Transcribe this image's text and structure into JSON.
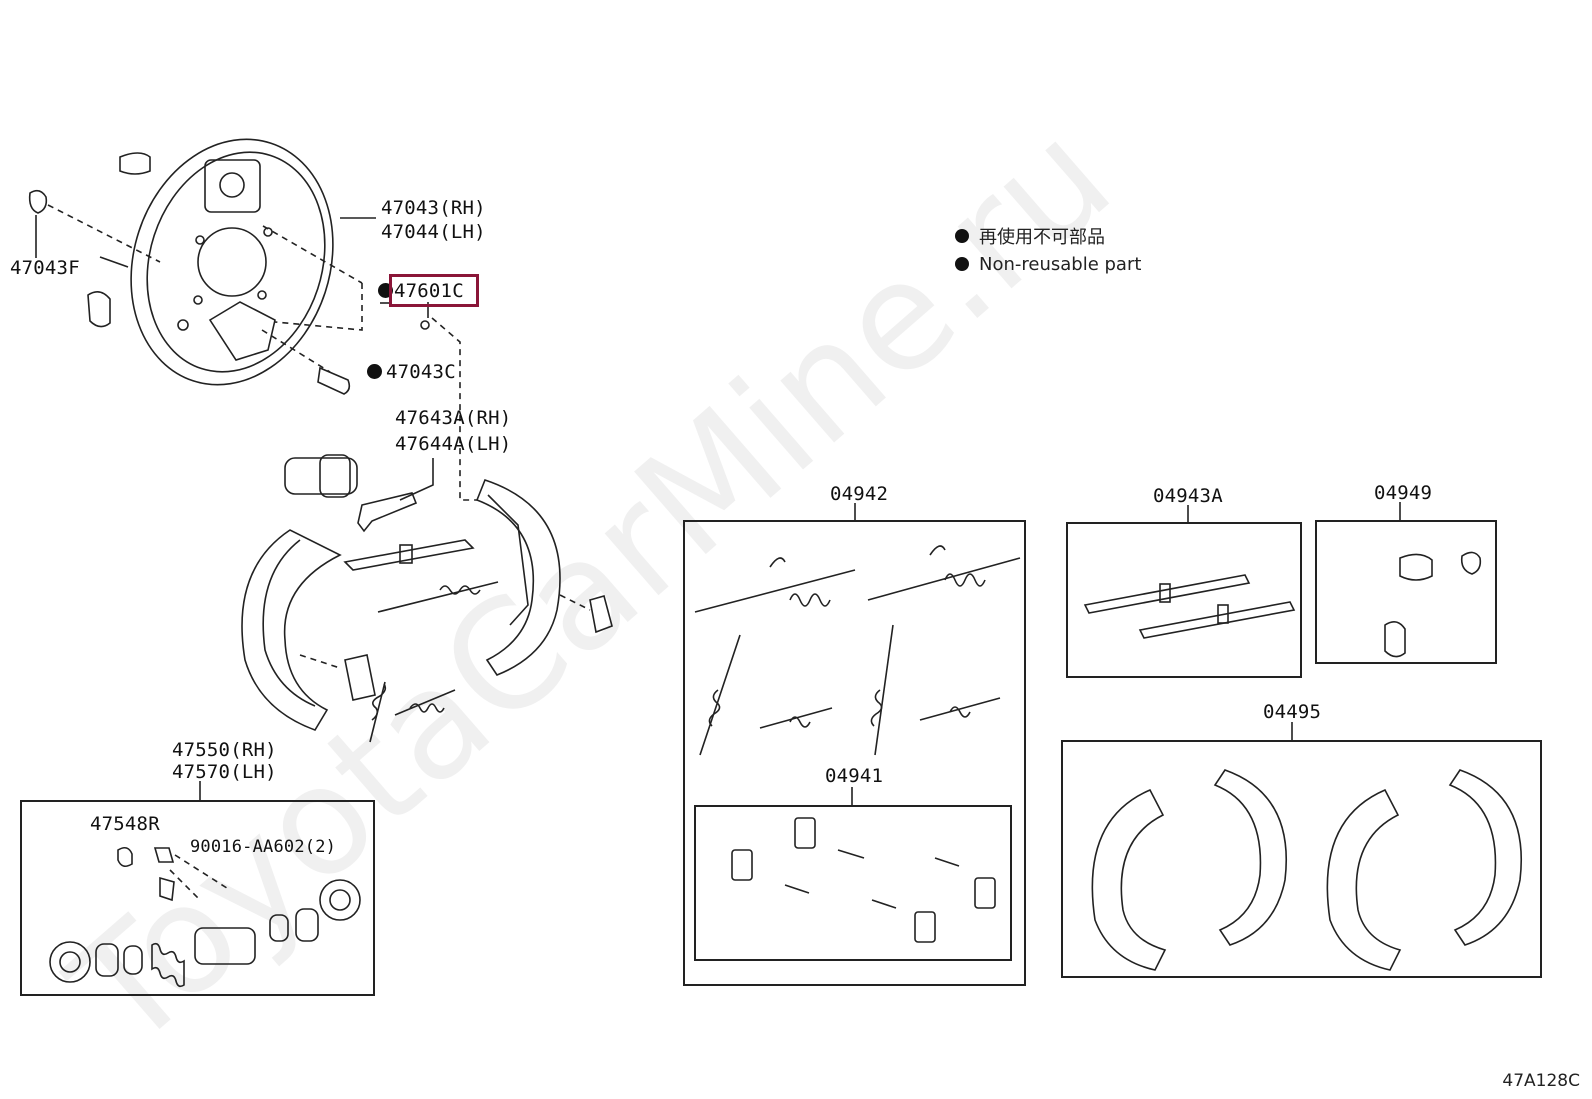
{
  "legend": {
    "jp": "再使用不可部品",
    "en": "Non-reusable part"
  },
  "parts": {
    "backing_plate": "47043(RH)",
    "backing_plate_lh": "47044(LH)",
    "plug_f": "47043F",
    "highlight_part": "47601C",
    "gasket_c": "47043C",
    "lever": "47643A(RH)",
    "lever_lh": "47644A(LH)",
    "cylinder": "47550(RH)",
    "cylinder_lh": "47570(LH)",
    "bleeder": "47548R",
    "screw": "90016-AA602(2)"
  },
  "kits": {
    "k04942": "04942",
    "k04941": "04941",
    "k04943a": "04943A",
    "k04949": "04949",
    "k04495": "04495"
  },
  "diagram_code": "47A128C",
  "watermark": "ToyotaCarMine.ru",
  "colors": {
    "highlight": "#8a1538",
    "line": "#222222"
  }
}
